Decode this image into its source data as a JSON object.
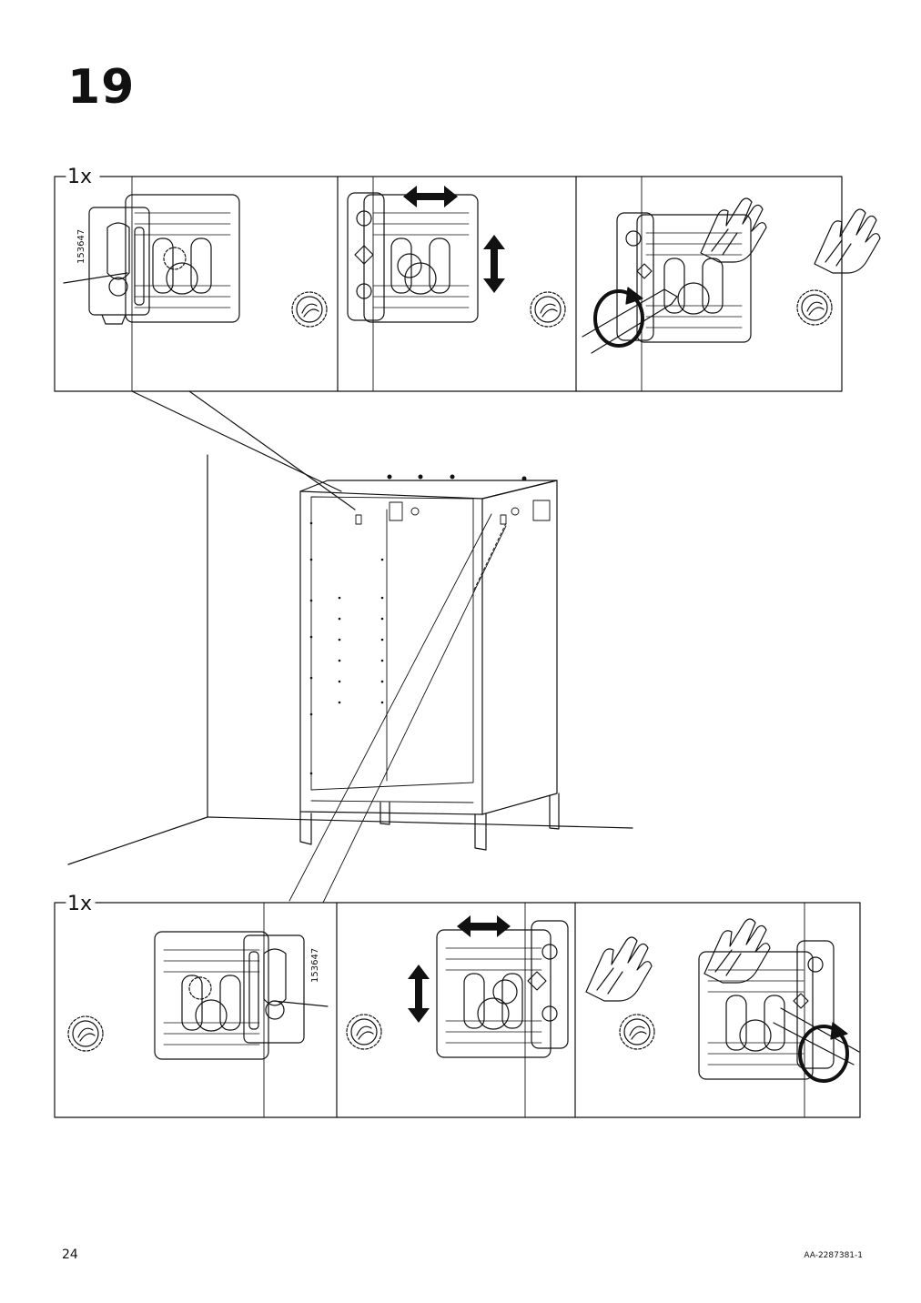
{
  "step": {
    "number": "19"
  },
  "panels": {
    "top": {
      "quantity": "1x",
      "part_number": "153647"
    },
    "bottom": {
      "quantity": "1x",
      "part_number": "153647"
    }
  },
  "footer": {
    "page_number": "24",
    "document_code": "AA-2287381-1"
  },
  "icons": [
    "double-arrow-horizontal-icon",
    "double-arrow-vertical-icon",
    "pressing-hand-icon",
    "screwdriver-icon",
    "rotate-arrow-icon",
    "wall-plug-icon"
  ],
  "colors": {
    "ink": "#111111",
    "paper": "#ffffff"
  }
}
